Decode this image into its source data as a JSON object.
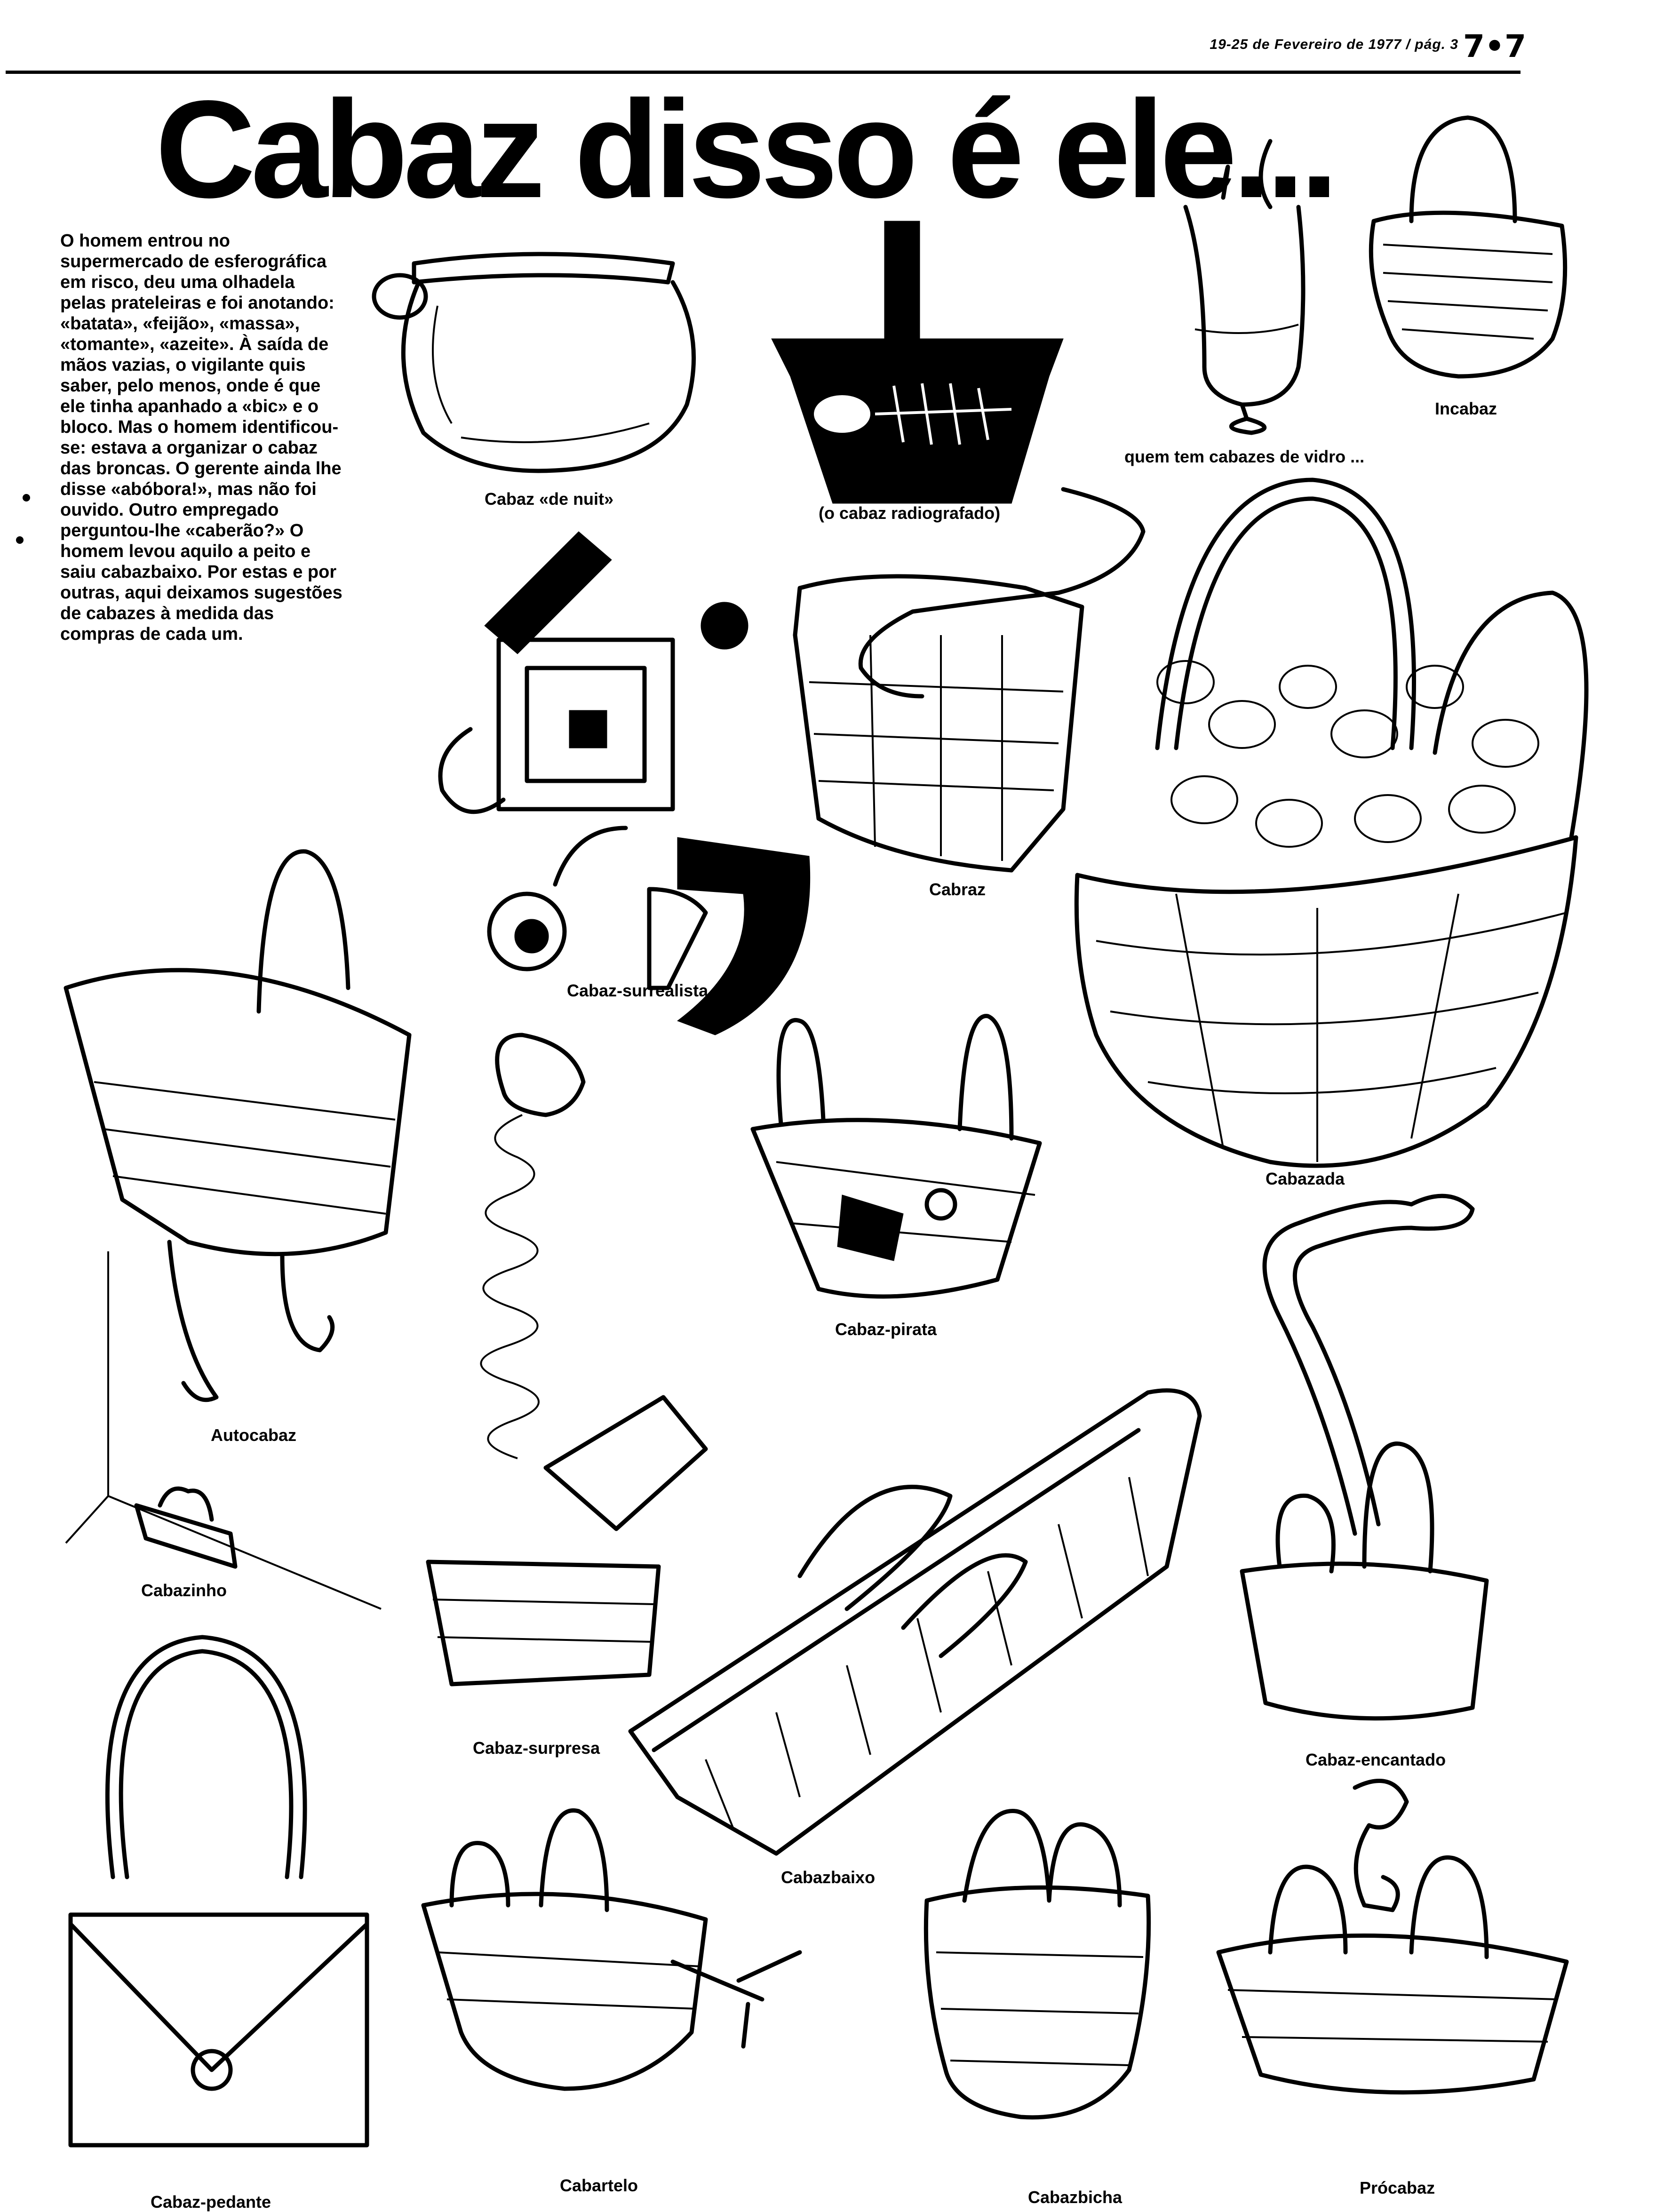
{
  "header": {
    "dateline": "19-25 de Fevereiro de 1977 / pág. 3",
    "logo": "7•7"
  },
  "article": {
    "headline": "Cabaz disso é ele...",
    "intro": "O homem entrou no supermercado de esferográfica em risco, deu uma olhadela pelas prateleiras e foi anotando: «batata», «feijão», «massa», «tomante», «azeite». À saída de mãos vazias, o vigilante quis saber, pelo menos, onde é que ele tinha apanhado a «bic» e o bloco. Mas o homem identificou-se: estava a organizar o cabaz das broncas. O gerente ainda lhe disse «abóbora!», mas não foi ouvido. Outro empregado perguntou-lhe «caberão?» O homem levou aquilo a peito e saiu cabazbaixo. Por estas e por outras, aqui deixamos sugestões de cabazes à medida das compras de cada um."
  },
  "captions": {
    "de_nuit": "Cabaz «de nuit»",
    "radiografado": "(o cabaz radiografado)",
    "vidro": "quem tem cabazes de vidro ...",
    "incabaz": "Incabaz",
    "cabraz": "Cabraz",
    "surrealista": "Cabaz-surrealista",
    "cabazada": "Cabazada",
    "autocabaz": "Autocabaz",
    "pirata": "Cabaz-pirata",
    "cabazinho": "Cabazinho",
    "surpresa": "Cabaz-surpresa",
    "cabazbaixo": "Cabazbaixo",
    "encantado": "Cabaz-encantado",
    "pedante": "Cabaz-pedante",
    "cabartelo": "Cabartelo",
    "cabazbicha": "Cabazbicha",
    "procabaz": "Prócabaz"
  }
}
